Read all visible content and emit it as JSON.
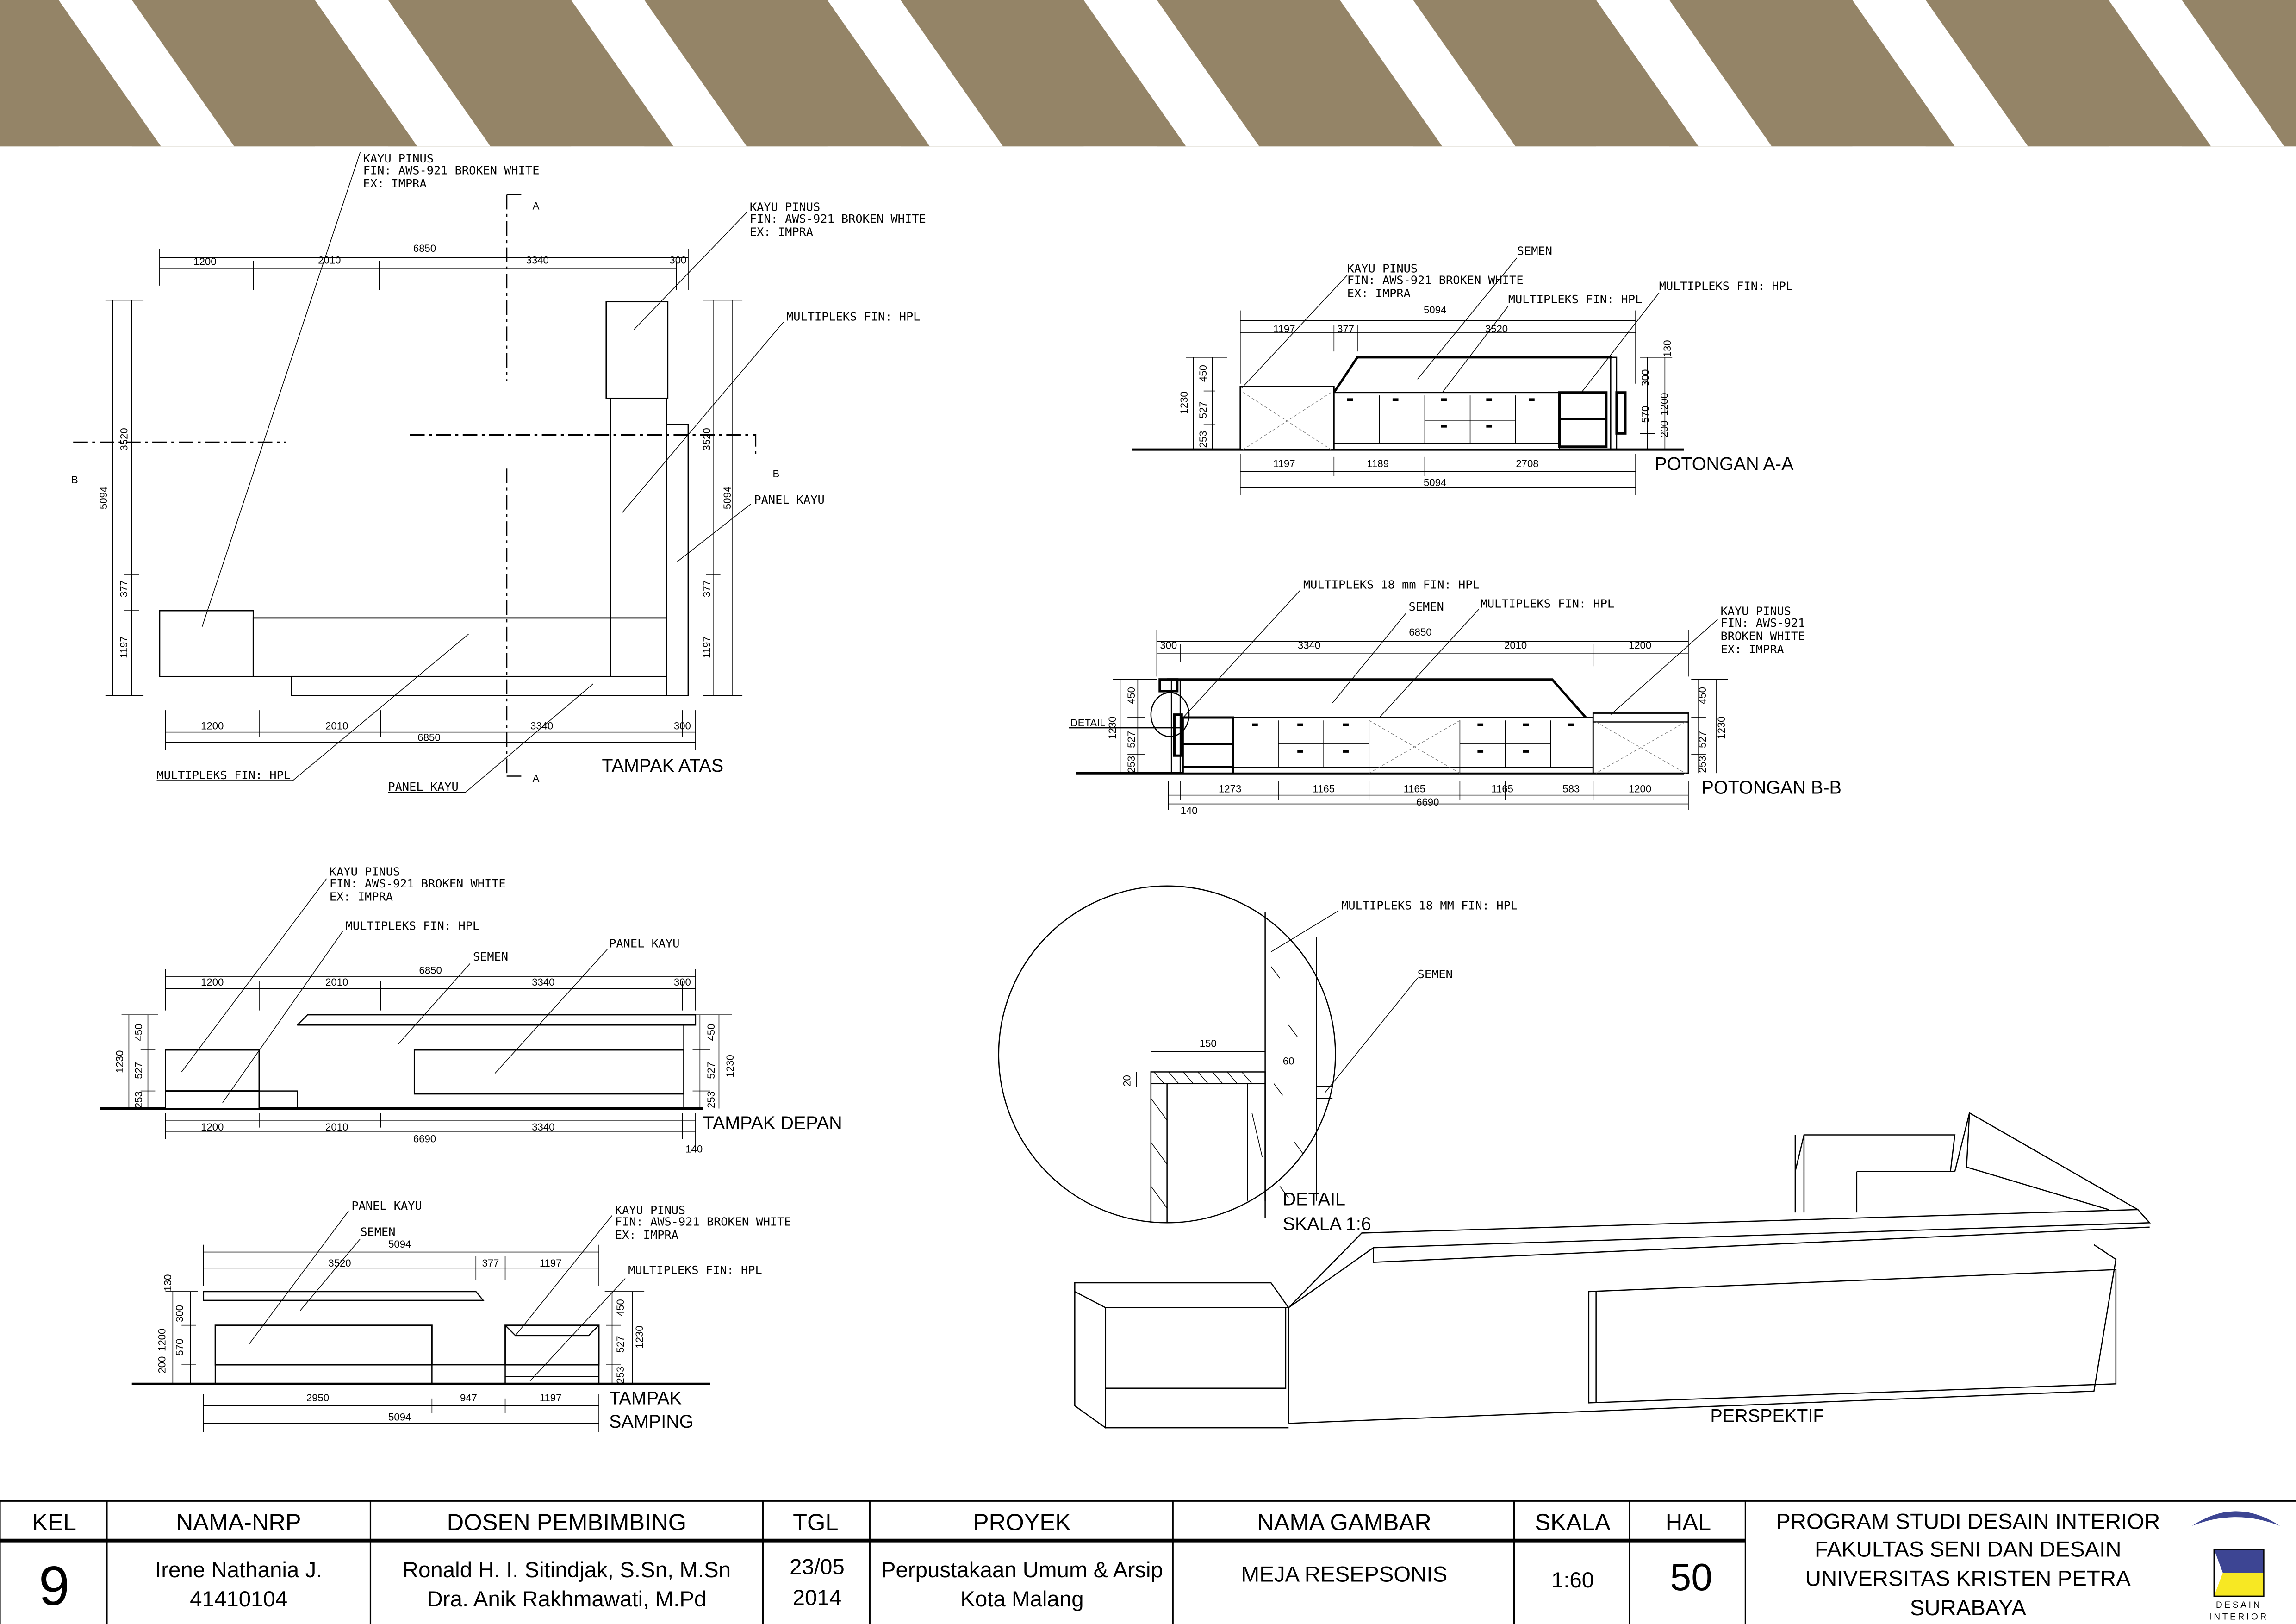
{
  "colors": {
    "header_band": "#948467",
    "logo_blue": "#3d4593",
    "logo_yellow": "#f7e823"
  },
  "title_block": {
    "headers": {
      "kel": "KEL",
      "nama_nrp": "NAMA-NRP",
      "dosen": "DOSEN PEMBIMBING",
      "tgl": "TGL",
      "proyek": "PROYEK",
      "nama_gambar": "NAMA GAMBAR",
      "skala": "SKALA",
      "hal": "HAL"
    },
    "kel": "9",
    "nama": "Irene Nathania J.",
    "nrp": "41410104",
    "dosen_1": "Ronald H. I. Sitindjak, S.Sn, M.Sn",
    "dosen_2": "Dra. Anik Rakhmawati, M.Pd",
    "tgl_1": "23/05",
    "tgl_2": "2014",
    "proyek_1": "Perpustakaan Umum & Arsip",
    "proyek_2": "Kota Malang",
    "nama_gambar": "MEJA RESEPSONIS",
    "skala": "1:60",
    "hal": "50",
    "institution": [
      "PROGRAM STUDI DESAIN INTERIOR",
      "FAKULTAS SENI DAN DESAIN",
      "UNIVERSITAS KRISTEN PETRA",
      "SURABAYA"
    ],
    "logo_text": [
      "DESAIN",
      "INTERIOR"
    ]
  },
  "views": {
    "atas": {
      "title": "TAMPAK ATAS",
      "labels": [
        "KAYU PINUS",
        "FIN: AWS-921 BROKEN WHITE",
        "EX: IMPRA",
        "KAYU PINUS",
        "FIN: AWS-921 BROKEN WHITE",
        "EX: IMPRA",
        "MULTIPLEKS FIN: HPL",
        "PANEL KAYU",
        "MULTIPLEKS FIN: HPL",
        "PANEL KAYU"
      ],
      "marks": [
        "A",
        "A",
        "B",
        "B"
      ],
      "dims": [
        "6850",
        "1200",
        "2010",
        "3340",
        "300",
        "3520",
        "5094",
        "377",
        "1197",
        "3520",
        "5094",
        "377",
        "1197",
        "1200",
        "2010",
        "6850",
        "3340",
        "300"
      ]
    },
    "pot_a": {
      "title": "POTONGAN A-A",
      "labels": [
        "KAYU PINUS",
        "FIN: AWS-921 BROKEN WHITE",
        "EX: IMPRA",
        "SEMEN",
        "MULTIPLEKS FIN: HPL",
        "MULTIPLEKS FIN: HPL"
      ],
      "dims": [
        "5094",
        "1197",
        "377",
        "3520",
        "1230",
        "450",
        "527",
        "253",
        "130",
        "300",
        "1200",
        "570",
        "200",
        "1197",
        "1189",
        "2708",
        "5094"
      ]
    },
    "pot_b": {
      "title": "POTONGAN B-B",
      "labels": [
        "MULTIPLEKS 18 mm FIN: HPL",
        "SEMEN",
        "MULTIPLEKS FIN: HPL",
        "KAYU PINUS",
        "FIN: AWS-921",
        "BROKEN WHITE",
        "EX: IMPRA",
        "DETAIL"
      ],
      "dims": [
        "6850",
        "300",
        "3340",
        "2010",
        "1200",
        "1230",
        "450",
        "527",
        "253",
        "450",
        "1230",
        "527",
        "253",
        "1273",
        "1165",
        "1165",
        "1165",
        "583",
        "1200",
        "6690",
        "140"
      ]
    },
    "depan": {
      "title": "TAMPAK DEPAN",
      "labels": [
        "KAYU PINUS",
        "FIN: AWS-921 BROKEN WHITE",
        "EX: IMPRA",
        "MULTIPLEKS FIN: HPL",
        "SEMEN",
        "PANEL KAYU"
      ],
      "dims": [
        "6850",
        "1200",
        "2010",
        "3340",
        "300",
        "1230",
        "450",
        "527",
        "253",
        "450",
        "527",
        "1230",
        "253",
        "1200",
        "2010",
        "3340",
        "6690",
        "140"
      ]
    },
    "samping": {
      "title": [
        "TAMPAK",
        "SAMPING"
      ],
      "labels": [
        "PANEL KAYU",
        "SEMEN",
        "KAYU PINUS",
        "FIN: AWS-921 BROKEN WHITE",
        "EX: IMPRA",
        "MULTIPLEKS FIN: HPL"
      ],
      "dims": [
        "5094",
        "3520",
        "377",
        "1197",
        "130",
        "300",
        "1200",
        "570",
        "200",
        "450",
        "527",
        "1230",
        "253",
        "2950",
        "947",
        "1197",
        "5094"
      ]
    },
    "detail": {
      "title": [
        "DETAIL",
        "SKALA 1:6"
      ],
      "labels": [
        "MULTIPLEKS 18 MM FIN: HPL",
        "SEMEN"
      ],
      "dims": [
        "150",
        "60",
        "20"
      ]
    },
    "perspektif": {
      "title": "PERSPEKTIF"
    }
  }
}
